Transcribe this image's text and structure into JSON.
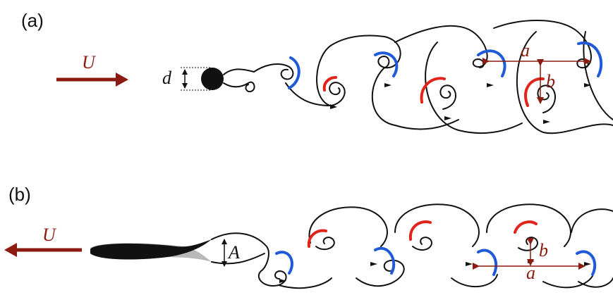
{
  "panels": [
    {
      "label": "(a)",
      "velocity_symbol": "U",
      "body_dimension_symbol": "d",
      "spacing_longitudinal_symbol": "a",
      "spacing_transverse_symbol": "b"
    },
    {
      "label": "(b)",
      "velocity_symbol": "U",
      "amplitude_symbol": "A",
      "spacing_longitudinal_symbol": "a",
      "spacing_transverse_symbol": "b"
    }
  ],
  "colors": {
    "arrow": "#8b1a10",
    "vortex_positive": "#e2231a",
    "vortex_negative": "#1f5bd8",
    "outline": "#111111"
  }
}
